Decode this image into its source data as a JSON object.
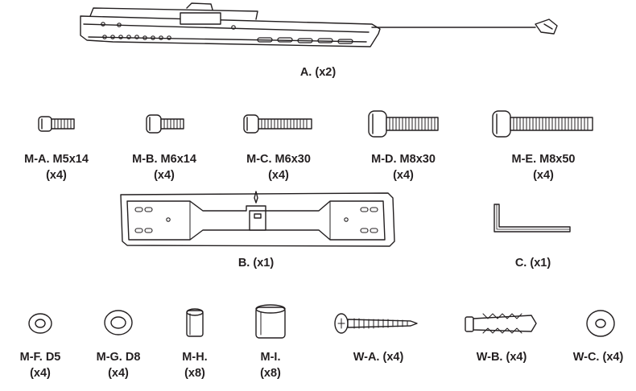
{
  "parts": {
    "bracket_a": {
      "name": "A.",
      "qty": "(x2)"
    },
    "m_a": {
      "name": "M-A. M5x14",
      "qty": "(x4)"
    },
    "m_b": {
      "name": "M-B. M6x14",
      "qty": "(x4)"
    },
    "m_c": {
      "name": "M-C. M6x30",
      "qty": "(x4)"
    },
    "m_d": {
      "name": "M-D. M8x30",
      "qty": "(x4)"
    },
    "m_e": {
      "name": "M-E. M8x50",
      "qty": "(x4)"
    },
    "plate_b": {
      "name": "B.",
      "qty": "(x1)"
    },
    "hex_key_c": {
      "name": "C.",
      "qty": "(x1)"
    },
    "m_f": {
      "name": "M-F. D5",
      "qty": "(x4)"
    },
    "m_g": {
      "name": "M-G. D8",
      "qty": "(x4)"
    },
    "m_h": {
      "name": "M-H.",
      "qty": "(x8)"
    },
    "m_i": {
      "name": "M-I.",
      "qty": "(x8)"
    },
    "w_a": {
      "name": "W-A.",
      "qty": "(x4)"
    },
    "w_b": {
      "name": "W-B.",
      "qty": "(x4)"
    },
    "w_c": {
      "name": "W-C.",
      "qty": "(x4)"
    }
  }
}
